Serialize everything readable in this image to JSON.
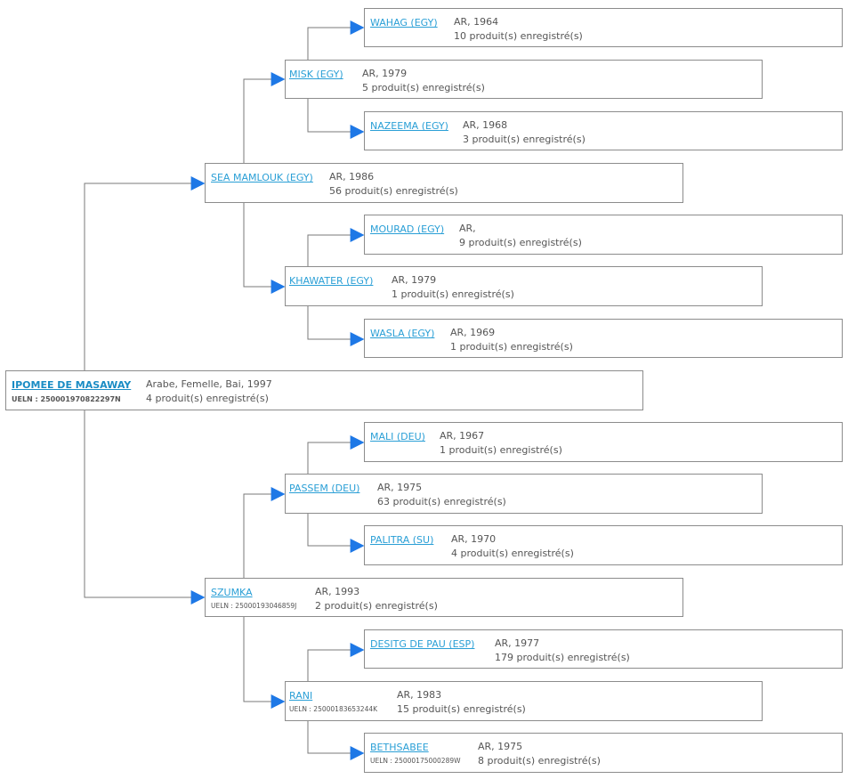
{
  "colors": {
    "link": "#2a9fd6",
    "arrow": "#1e78e6",
    "border": "#8c8c8c",
    "text": "#555555"
  },
  "horses": {
    "root": {
      "name": "IPOMEE DE MASAWAY",
      "ueln": "UELN : 250001970822297N",
      "info": "Arabe, Femelle, Bai, 1997",
      "products": "4 produit(s) enregistré(s)"
    },
    "sea_mamlouk": {
      "name": "SEA MAMLOUK (EGY)",
      "info": "AR, 1986",
      "products": "56 produit(s) enregistré(s)"
    },
    "misk": {
      "name": "MISK (EGY)",
      "info": "AR, 1979",
      "products": "5 produit(s) enregistré(s)"
    },
    "wahag": {
      "name": "WAHAG (EGY)",
      "info": "AR, 1964",
      "products": "10 produit(s) enregistré(s)"
    },
    "nazeema": {
      "name": "NAZEEMA (EGY)",
      "info": "AR, 1968",
      "products": "3 produit(s) enregistré(s)"
    },
    "khawater": {
      "name": "KHAWATER (EGY)",
      "info": "AR, 1979",
      "products": "1 produit(s) enregistré(s)"
    },
    "mourad": {
      "name": "MOURAD (EGY)",
      "info": "AR,",
      "products": "9 produit(s) enregistré(s)"
    },
    "wasla": {
      "name": "WASLA (EGY)",
      "info": "AR, 1969",
      "products": "1 produit(s) enregistré(s)"
    },
    "szumka": {
      "name": "SZUMKA",
      "ueln": "UELN : 25000193046859J",
      "info": "AR, 1993",
      "products": "2 produit(s) enregistré(s)"
    },
    "passem": {
      "name": "PASSEM (DEU)",
      "info": "AR, 1975",
      "products": "63 produit(s) enregistré(s)"
    },
    "mali": {
      "name": "MALI (DEU)",
      "info": "AR, 1967",
      "products": "1 produit(s) enregistré(s)"
    },
    "palitra": {
      "name": "PALITRA (SU)",
      "info": "AR, 1970",
      "products": "4 produit(s) enregistré(s)"
    },
    "rani": {
      "name": "RANI",
      "ueln": "UELN : 25000183653244K",
      "info": "AR, 1983",
      "products": "15 produit(s) enregistré(s)"
    },
    "desitg": {
      "name": "DESITG DE PAU (ESP)",
      "info": "AR, 1977",
      "products": "179 produit(s) enregistré(s)"
    },
    "bethsabee": {
      "name": "BETHSABEE",
      "ueln": "UELN : 25000175000289W",
      "info": "AR, 1975",
      "products": "8 produit(s) enregistré(s)"
    }
  }
}
